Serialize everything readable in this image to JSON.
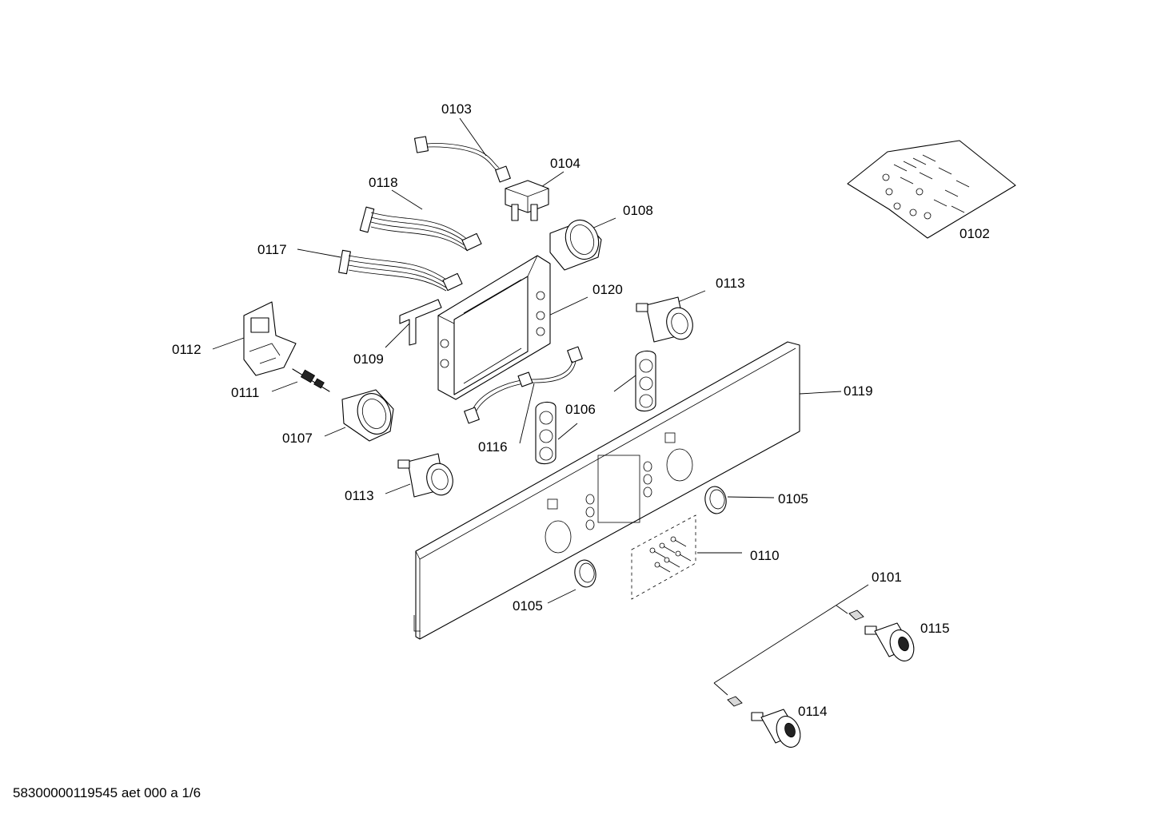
{
  "labels": {
    "p0101": "0101",
    "p0102": "0102",
    "p0103": "0103",
    "p0104": "0104",
    "p0105a": "0105",
    "p0105b": "0105",
    "p0106": "0106",
    "p0107": "0107",
    "p0108": "0108",
    "p0109": "0109",
    "p0110": "0110",
    "p0111": "0111",
    "p0112": "0112",
    "p0113a": "0113",
    "p0113b": "0113",
    "p0114": "0114",
    "p0115": "0115",
    "p0116": "0116",
    "p0117": "0117",
    "p0118": "0118",
    "p0119": "0119",
    "p0120": "0120"
  },
  "footer": "58300000119545 aet 000 a 1/6"
}
